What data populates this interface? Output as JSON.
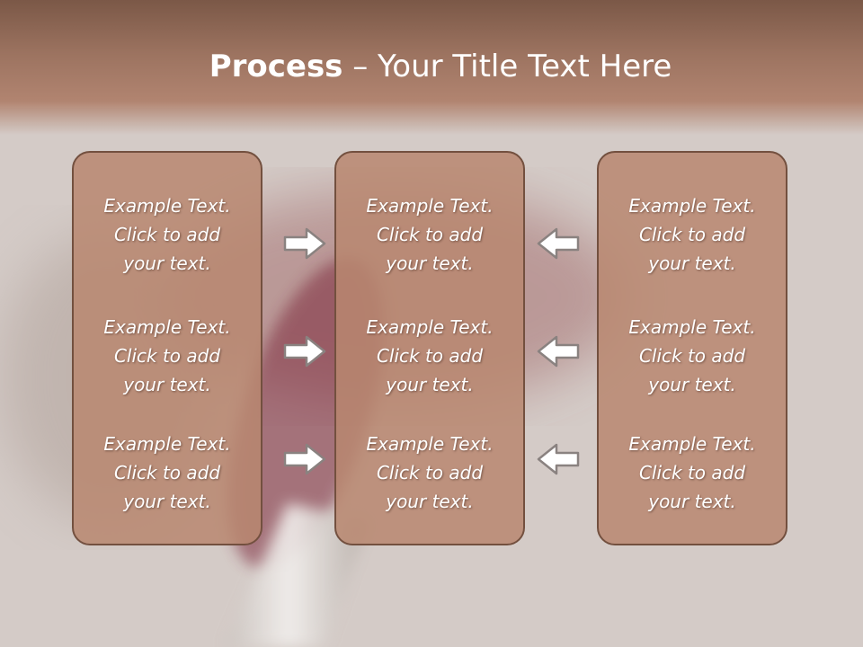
{
  "slide": {
    "title_bold": "Process",
    "title_rest": " – Your Title Text Here"
  },
  "columns": [
    {
      "cells": [
        {
          "line1": "Example Text.",
          "line2": "Click  to add",
          "line3": "your text."
        },
        {
          "line1": "Example Text.",
          "line2": "Click  to add",
          "line3": "your text."
        },
        {
          "line1": "Example Text.",
          "line2": "Click  to add",
          "line3": "your text."
        }
      ]
    },
    {
      "cells": [
        {
          "line1": "Example Text.",
          "line2": "Click  to add",
          "line3": "your text."
        },
        {
          "line1": "Example Text.",
          "line2": "Click  to add",
          "line3": "your text."
        },
        {
          "line1": "Example Text.",
          "line2": "Click  to add",
          "line3": "your text."
        }
      ]
    },
    {
      "cells": [
        {
          "line1": "Example Text.",
          "line2": "Click  to add",
          "line3": "your text."
        },
        {
          "line1": "Example Text.",
          "line2": "Click  to add",
          "line3": "your text."
        },
        {
          "line1": "Example Text.",
          "line2": "Click  to add",
          "line3": "your text."
        }
      ]
    }
  ],
  "arrows": {
    "left_group": "arrow-right-icon",
    "right_group": "arrow-left-icon"
  },
  "colors": {
    "title_band": "#8e6553",
    "box_fill": "#b98770",
    "box_border": "#73503f",
    "text": "#ffffff"
  }
}
